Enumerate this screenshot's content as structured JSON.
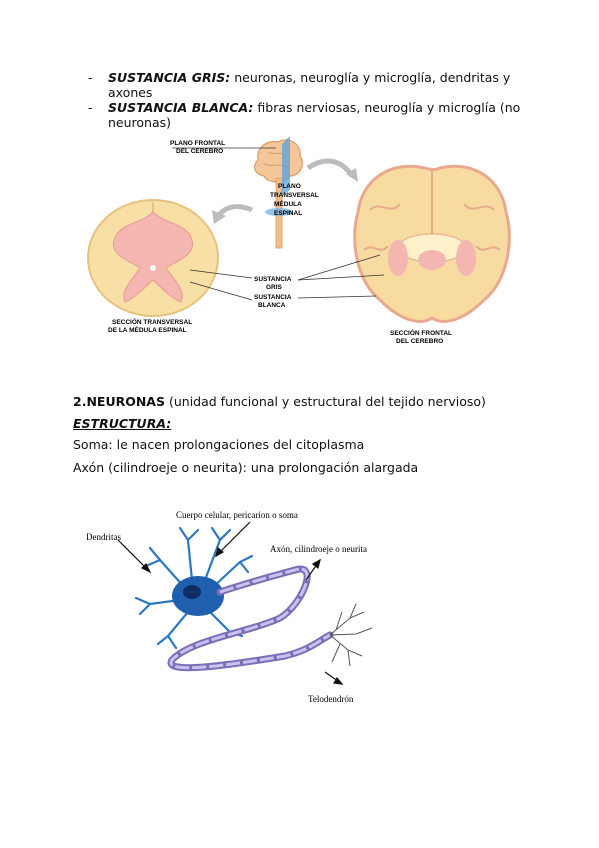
{
  "bullets": [
    {
      "dash": "-",
      "term": "SUSTANCIA GRIS:",
      "text": " neuronas, neuroglía y microglía, dendritas y axones"
    },
    {
      "dash": "-",
      "term": "SUSTANCIA BLANCA:",
      "text": " fibras nerviosas, neuroglía y microglía (no neuronas)"
    }
  ],
  "figure1": {
    "plano_frontal": [
      "PLANO FRONTAL",
      "DEL CEREBRO"
    ],
    "plano_transversal": [
      "PLANO",
      "TRANSVERSAL",
      "MÉDULA",
      "ESPINAL"
    ],
    "sustancia_gris": [
      "SUSTANCIA",
      "GRIS"
    ],
    "sustancia_blanca": [
      "SUSTANCIA",
      "BLANCA"
    ],
    "seccion_transversal": [
      "SECCIÓN TRANSVERSAL",
      "DE LA MÉDULA ESPINAL"
    ],
    "seccion_frontal": [
      "SECCIÓN FRONTAL",
      "DEL CEREBRO"
    ]
  },
  "section": {
    "number_title": "2.NEURONAS",
    "subtitle": " (unidad funcional y estructural del tejido nervioso)",
    "estructura": "ESTRUCTURA:",
    "soma": "Soma: le nacen prolongaciones del citoplasma",
    "axon": "Axón (cilindroeje o neurita): una prolongación alargada"
  },
  "figure2": {
    "cuerpo": "Cuerpo celular, pericarion o soma",
    "dendritas": "Dendritas",
    "axon": "Axón, cilindroeje o neurita",
    "telodendron": "Telodendrón"
  }
}
